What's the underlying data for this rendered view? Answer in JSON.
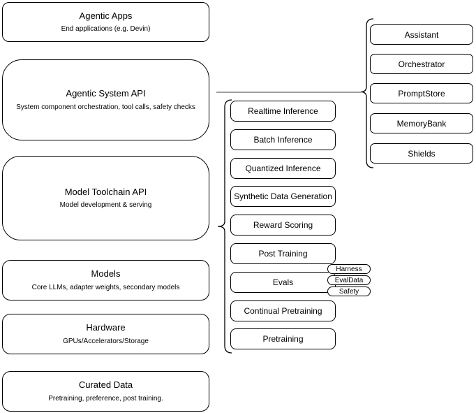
{
  "diagram": {
    "left_stack": [
      {
        "title": "Agentic Apps",
        "subtitle": "End applications (e.g. Devin)"
      },
      {
        "title": "Agentic System API",
        "subtitle": "System component orchestration, tool calls, safety checks"
      },
      {
        "title": "Model Toolchain API",
        "subtitle": "Model development & serving"
      },
      {
        "title": "Models",
        "subtitle": "Core LLMs, adapter weights, secondary models"
      },
      {
        "title": "Hardware",
        "subtitle": "GPUs/Accelerators/Storage"
      },
      {
        "title": "Curated Data",
        "subtitle": "Pretraining, preference, post training."
      }
    ],
    "toolchain_items": [
      "Realtime Inference",
      "Batch Inference",
      "Quantized Inference",
      "Synthetic Data Generation",
      "Reward Scoring",
      "Post Training",
      "Evals",
      "Continual Pretraining",
      "Pretraining"
    ],
    "evals_tags": [
      "Harness",
      "EvalData",
      "Safety"
    ],
    "system_components": [
      "Assistant",
      "Orchestrator",
      "PromptStore",
      "MemoryBank",
      "Shields"
    ],
    "colors": {
      "stroke": "#000000",
      "background": "#ffffff",
      "connector": "#666666"
    }
  }
}
